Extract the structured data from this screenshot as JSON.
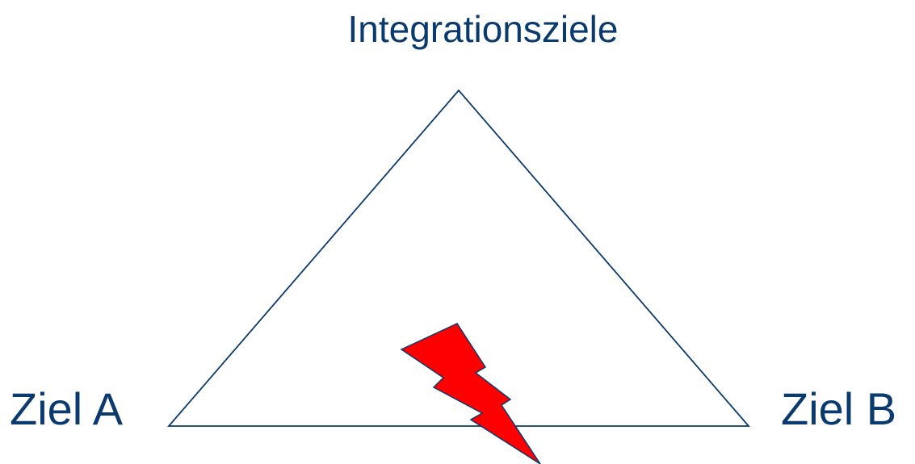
{
  "diagram": {
    "top_label": "Integrationsziele",
    "left_label": "Ziel A",
    "right_label": "Ziel B"
  },
  "colors": {
    "text": "#0b3a6e",
    "triangle_stroke": "#0b3a6e",
    "lightning_fill": "#ff0000",
    "lightning_stroke": "#0b3a6e",
    "background": "#ffffff"
  },
  "icons": {
    "conflict": "lightning-bolt-icon"
  }
}
